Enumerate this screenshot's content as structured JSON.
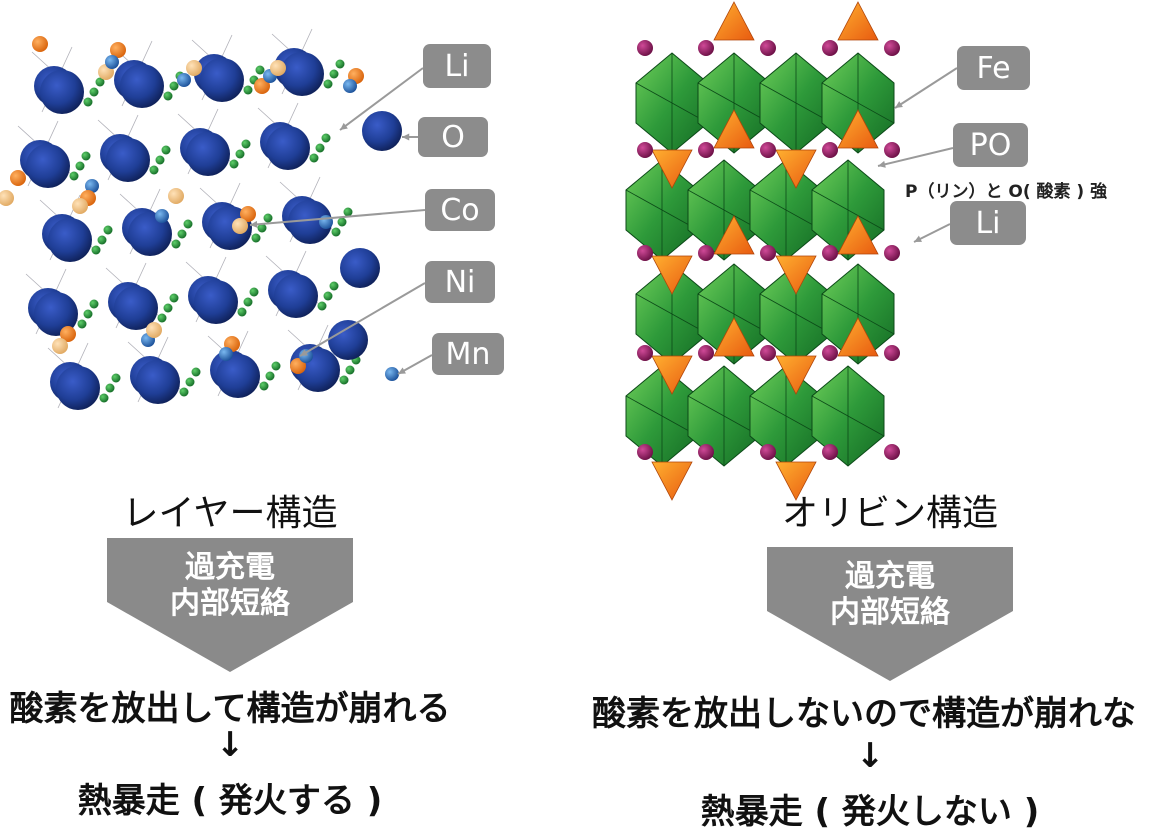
{
  "left_panel": {
    "labels": [
      "Li",
      "O",
      "Co",
      "Ni",
      "Mn"
    ],
    "structure_title": "レイヤー構造",
    "condition_line1": "過充電",
    "condition_line2": "内部短絡",
    "result": "酸素を放出して構造が崩れる",
    "arrow": "↓",
    "outcome": "熱暴走 ( 発火する )"
  },
  "right_panel": {
    "labels": [
      "Fe",
      "PO",
      "Li"
    ],
    "po_note": "P（リン）と O( 酸素 ) 強",
    "structure_title": "オリビン構造",
    "condition_line1": "過充電",
    "condition_line2": "内部短絡",
    "result": "酸素を放出しないので構造が崩れな",
    "arrow": "↓",
    "outcome": "熱暴走 ( 発火しない )"
  },
  "colors": {
    "label_bg": "#8c8c8c",
    "funnel": "#8a8a8a",
    "oxygen_blue": "#1f3e96",
    "li_green": "#1e8a3a",
    "co_orange": "#f08020",
    "ni_tan": "#f2c88a",
    "mn_blue": "#2a74c0",
    "octahedron_green": "#2e9a3a",
    "tetra_orange": "#f5a020",
    "li_purple": "#8b1a5c"
  }
}
